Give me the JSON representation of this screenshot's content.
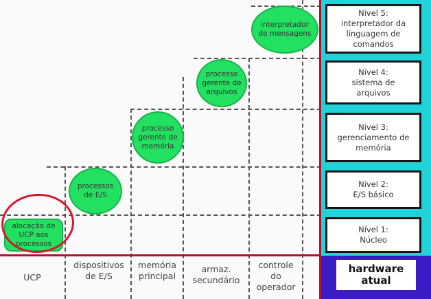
{
  "diagram": {
    "processes": [
      {
        "name": "ucp",
        "label": "alocação de\nUCP aos\nprocessos"
      },
      {
        "name": "es",
        "label": "processos\nde E/S"
      },
      {
        "name": "memoria",
        "label": "processo\ngerente de\nmemória"
      },
      {
        "name": "arquivos",
        "label": "processo\ngerente de\narquivos"
      },
      {
        "name": "mensagens",
        "label": "interpretador\nde mensagens"
      }
    ],
    "columns": [
      {
        "name": "ucp",
        "label": "UCP"
      },
      {
        "name": "dispositivos",
        "label": "dispositivos\nde E/S"
      },
      {
        "name": "memoria",
        "label": "memória\nprincipal"
      },
      {
        "name": "armazenamento",
        "label": "armaz.\nsecundário"
      },
      {
        "name": "controle",
        "label": "controle\ndo\noperador"
      }
    ],
    "levels": [
      {
        "name": "nivel-5",
        "label": "Nível 5:\ninterpretador da\nlinguagem de\ncomandos"
      },
      {
        "name": "nivel-4",
        "label": "Nível 4:\nsistema de\narquivos"
      },
      {
        "name": "nivel-3",
        "label": "Nível 3:\ngerenciamento de\nmemória"
      },
      {
        "name": "nivel-2",
        "label": "Nível 2:\nE/S básico"
      },
      {
        "name": "nivel-1",
        "label": "Nível 1:\nNúcleo"
      }
    ],
    "hardware": "hardware\natual",
    "colors": {
      "process": "#22e060",
      "panel": "#21d3d9",
      "hardware": "#3a1bc4",
      "highlight": "#d8162e",
      "baseline": "#b8102c"
    }
  }
}
